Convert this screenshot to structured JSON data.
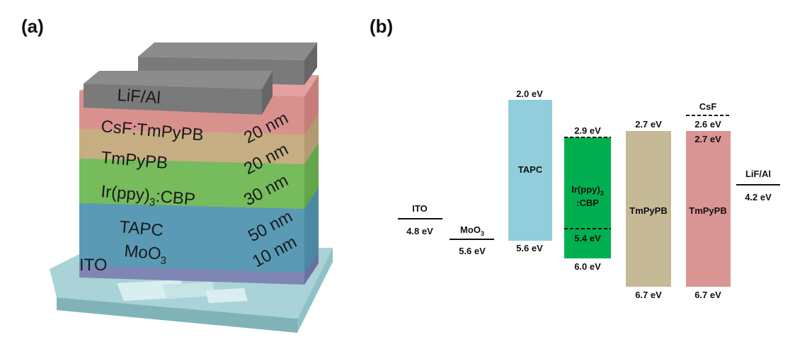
{
  "panel_a": {
    "label": "(a)",
    "layers": {
      "cathode": "LiF/Al",
      "etl_doped": "CsF:TmPyPB",
      "etl": "TmPyPB",
      "eml": "Ir(ppy)",
      "eml_sub": "3",
      "eml_host": ":CBP",
      "htl": "TAPC",
      "hil": "MoO",
      "hil_sub": "3",
      "anode": "ITO"
    },
    "thicknesses": [
      "20 nm",
      "20 nm",
      "30 nm",
      "50 nm",
      "10 nm"
    ],
    "colors": {
      "substrate": "#b9dde0",
      "cathode": "#7d7d7d",
      "etl_doped": "#d9918e",
      "etl": "#c7ad82",
      "eml": "#76bb5c",
      "htl": "#5a9ab5",
      "hil": "#8a8fb8"
    }
  },
  "panel_b": {
    "label": "(b)",
    "ito": {
      "name": "ITO",
      "level": "4.8 eV"
    },
    "moo3": {
      "name": "MoO",
      "sub": "3",
      "level": "5.6 eV"
    },
    "tapc": {
      "name": "TAPC",
      "lumo": "2.0 eV",
      "homo": "5.6 eV",
      "color": "#92cddc"
    },
    "eml": {
      "name": "Ir(ppy)",
      "sub": "3",
      "host": ":CBP",
      "lumo": "2.9 eV",
      "homo": "6.0 eV",
      "inner": "5.4 eV",
      "color": "#00b050"
    },
    "tmpypb": {
      "name": "TmPyPB",
      "lumo": "2.7 eV",
      "homo": "6.7 eV",
      "color": "#c6b996"
    },
    "tmpypb_doped": {
      "name": "TmPyPB",
      "lumo": "2.7 eV",
      "homo": "6.7 eV",
      "color": "#d99594"
    },
    "csf": {
      "name": "CsF",
      "level": "2.6 eV"
    },
    "lifal": {
      "name": "LiF/Al",
      "level": "4.2 eV"
    }
  }
}
